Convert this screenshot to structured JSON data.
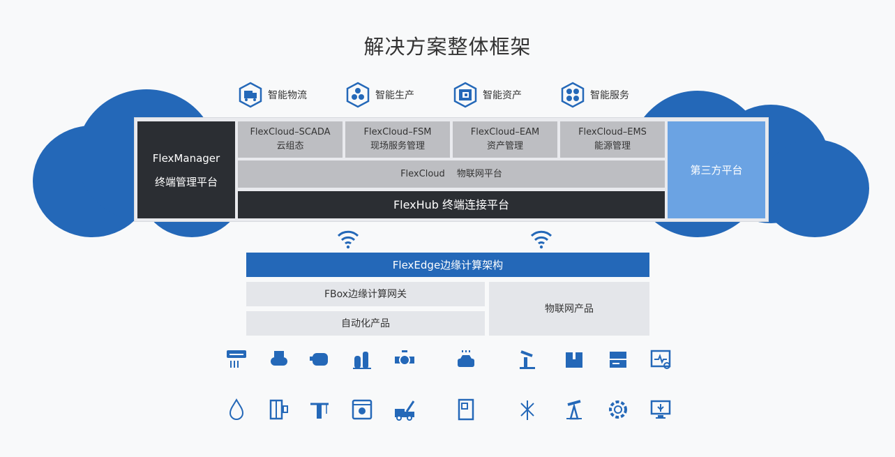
{
  "title": "解决方案整体框架",
  "capabilities": [
    {
      "label": "智能物流",
      "icon": "truck-icon"
    },
    {
      "label": "智能生产",
      "icon": "cubes-icon"
    },
    {
      "label": "智能资产",
      "icon": "wallet-icon"
    },
    {
      "label": "智能服务",
      "icon": "service-icon"
    }
  ],
  "platform": {
    "manager": {
      "name": "FlexManager",
      "sub": "终端管理平台"
    },
    "modules": [
      {
        "name": "FlexCloud–SCADA",
        "sub": "云组态"
      },
      {
        "name": "FlexCloud–FSM",
        "sub": "现场服务管理"
      },
      {
        "name": "FlexCloud–EAM",
        "sub": "资产管理"
      },
      {
        "name": "FlexCloud–EMS",
        "sub": "能源管理"
      }
    ],
    "cloud": "FlexCloud　 物联网平台",
    "hub": "FlexHub  终端连接平台",
    "third_party": "第三方平台"
  },
  "edge": {
    "title": "FlexEdge边缘计算架构",
    "fbox": "FBox边缘计算网关",
    "automation": "自动化产品",
    "iot": "物联网产品"
  },
  "devices": [
    "air-conditioner-icon",
    "air-compressor-icon",
    "pump-icon",
    "tank-icon",
    "valve-icon",
    "car-wash-icon",
    "robot-arm-icon",
    "package-icon",
    "machine-icon",
    "monitor-icon",
    "water-drop-icon",
    "elevator-icon",
    "tower-crane-icon",
    "freezer-icon",
    "crane-truck-icon",
    "door-icon",
    "power-line-icon",
    "oil-pump-icon",
    "gear-icon",
    "agriculture-monitor-icon"
  ],
  "colors": {
    "brand": "#2468b8",
    "dark": "#2b2e33",
    "third": "#6ba3e3",
    "grey": "#bdbec2"
  }
}
